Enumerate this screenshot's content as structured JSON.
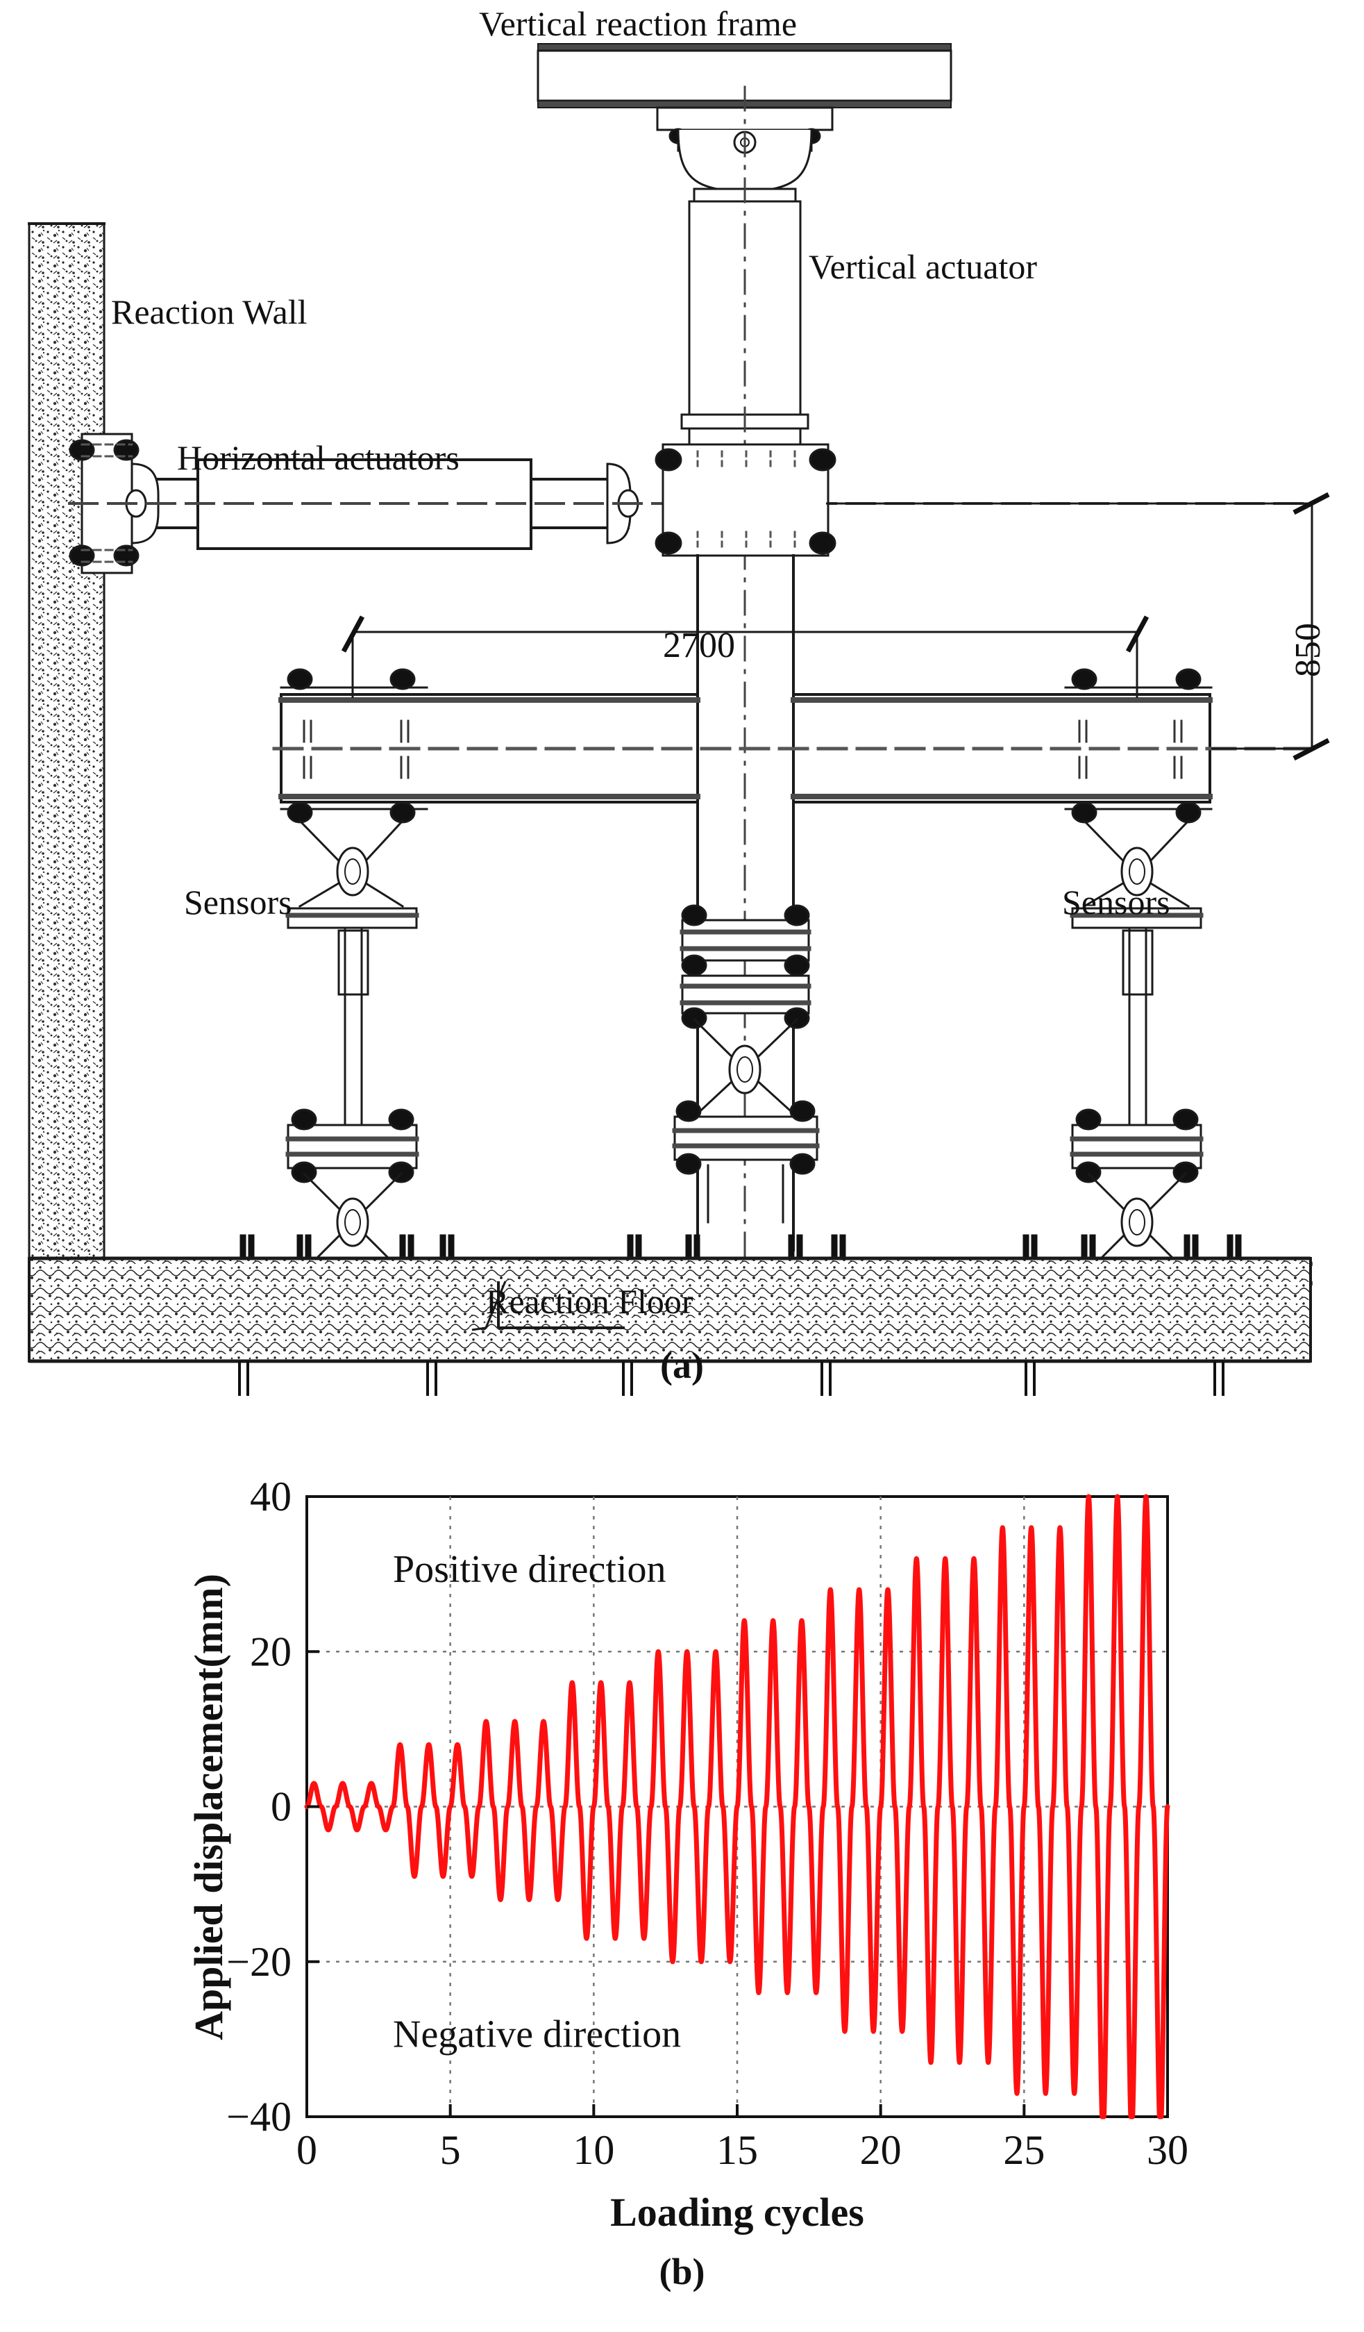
{
  "figure": {
    "panels": [
      {
        "id": "a",
        "caption": "(a)"
      },
      {
        "id": "b",
        "caption": "(b)"
      }
    ]
  },
  "panel_a": {
    "title_label": "Vertical reaction frame",
    "labels": {
      "vertical_reaction_frame": "Vertical reaction frame",
      "vertical_actuator": "Vertical actuator",
      "reaction_wall": "Reaction Wall",
      "horizontal_actuators": "Horizontal actuators",
      "sensors_left": "Sensors",
      "sensors_right": "Sensors",
      "reaction_floor": "Reaction Floor"
    },
    "dimensions": {
      "span": "2700",
      "height": "850"
    },
    "colors": {
      "line": "#1a1a1a",
      "hatch": "#333333",
      "background": "#ffffff"
    }
  },
  "chart_data": {
    "type": "line",
    "title": "",
    "xlabel": "Loading cycles",
    "ylabel": "Applied displacement(mm)",
    "xlim": [
      0,
      30
    ],
    "ylim": [
      -40,
      40
    ],
    "xticks": [
      0,
      5,
      10,
      15,
      20,
      25,
      30
    ],
    "yticks": [
      40,
      20,
      0,
      -20,
      -40
    ],
    "grid": true,
    "grid_style": "dotted",
    "legend": "none",
    "series_color": "#ff1010",
    "annotations": [
      {
        "text": "Positive direction",
        "x": 3.0,
        "y": 29
      },
      {
        "text": "Negative direction",
        "x": 3.0,
        "y": -31
      }
    ],
    "description": "Cyclic quasi-static loading protocol: displacement amplitude increases in steps, three cycles per amplitude level",
    "amplitude_levels_mm": [
      3,
      5,
      8,
      11,
      16,
      20,
      24,
      28,
      32,
      36,
      40
    ],
    "cycles_per_level": 3,
    "series": [
      {
        "name": "Applied displacement",
        "peaks_positive": [
          3,
          3,
          3,
          8,
          8,
          8,
          11,
          11,
          11,
          16,
          16,
          16,
          20,
          20,
          20,
          24,
          24,
          24,
          28,
          28,
          28,
          32,
          32,
          32,
          36,
          36,
          36,
          40,
          40,
          40
        ],
        "peaks_negative": [
          -3,
          -3,
          -3,
          -9,
          -9,
          -9,
          -12,
          -12,
          -12,
          -17,
          -17,
          -17,
          -20,
          -20,
          -20,
          -24,
          -24,
          -24,
          -29,
          -29,
          -29,
          -33,
          -33,
          -33,
          -37,
          -37,
          -37,
          -42,
          -42,
          -42
        ]
      }
    ]
  }
}
